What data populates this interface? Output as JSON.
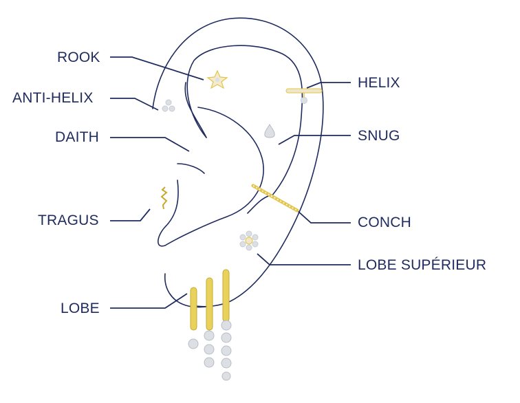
{
  "colors": {
    "ink": "#1f2a5e",
    "gold": "#e2c54a",
    "diamond": "#dcdfe4"
  },
  "labels": {
    "rook": "ROOK",
    "anti_helix": "ANTI-HELIX",
    "daith": "DAITH",
    "tragus": "TRAGUS",
    "lobe": "LOBE",
    "helix": "HELIX",
    "snug": "SNUG",
    "conch": "CONCH",
    "lobe_superieur": "LOBE SUPÉRIEUR"
  }
}
